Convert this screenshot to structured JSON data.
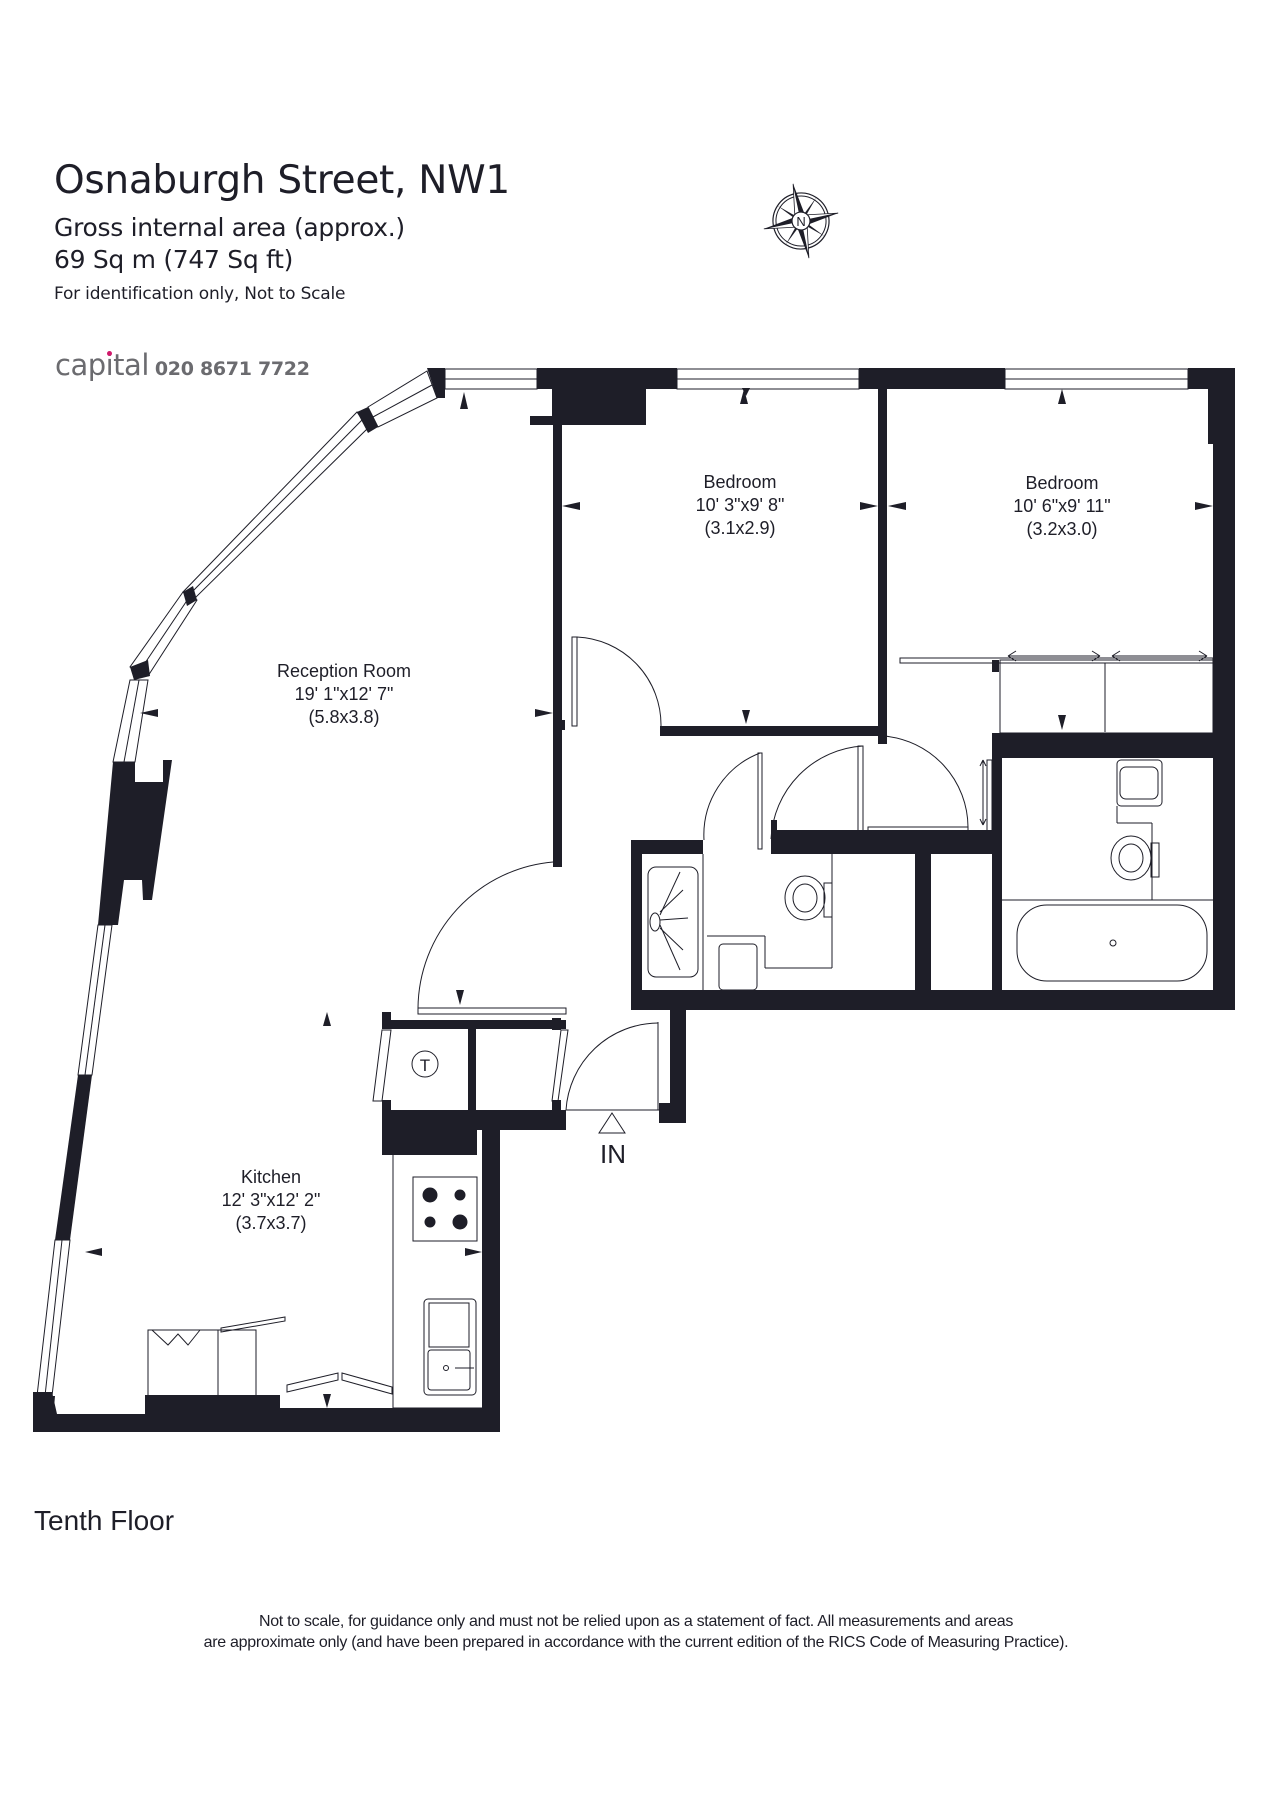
{
  "header": {
    "title": "Osnaburgh Street, NW1",
    "area_label": "Gross internal area (approx.)",
    "area_value": "69 Sq m (747 Sq ft)",
    "note": "For identification only, Not to Scale"
  },
  "agent": {
    "logo_text": "capital",
    "phone": "020 8671 7722",
    "logo_color": "#6b6b6f",
    "accent_color": "#d0196b"
  },
  "compass": {
    "icon": "compass-rose-icon",
    "north_label": "N"
  },
  "rooms": [
    {
      "name": "Reception Room",
      "imperial": "19' 1\"x12' 7\"",
      "metric": "(5.8x3.8)"
    },
    {
      "name": "Bedroom",
      "imperial": "10' 3\"x9' 8\"",
      "metric": "(3.1x2.9)"
    },
    {
      "name": "Bedroom",
      "imperial": "10' 6\"x9' 11\"",
      "metric": "(3.2x3.0)"
    },
    {
      "name": "Kitchen",
      "imperial": "12' 3\"x12' 2\"",
      "metric": "(3.7x3.7)"
    }
  ],
  "fixtures": {
    "tank_label": "T",
    "entrance_label": "IN"
  },
  "floor": "Tenth Floor",
  "disclaimer": {
    "line1": "Not to scale, for guidance only and must not be relied upon as a statement of fact.  All measurements and areas",
    "line2": "are approximate only (and have been prepared in accordance with the current edition of the RICS Code of Measuring Practice)."
  },
  "colors": {
    "wall": "#1e1e28",
    "background": "#ffffff"
  }
}
